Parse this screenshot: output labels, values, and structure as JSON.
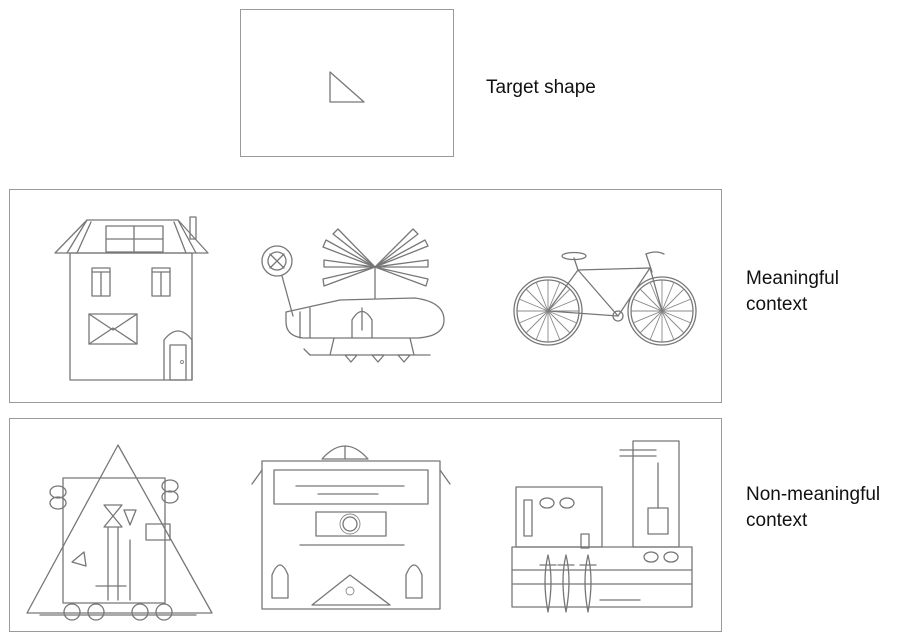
{
  "labels": {
    "target": "Target shape",
    "meaningful_line1": "Meaningful",
    "meaningful_line2": "context",
    "nonmeaningful_line1": "Non-meaningful",
    "nonmeaningful_line2": "context"
  },
  "meaningful_items": [
    "house-drawing",
    "helicopter-drawing",
    "bicycle-drawing"
  ],
  "nonmeaningful_items": [
    "abstract-figure-triangle",
    "abstract-figure-case",
    "abstract-figure-machine"
  ],
  "colors": {
    "stroke": "#777777",
    "border": "#9a9a9a",
    "text": "#111111"
  }
}
